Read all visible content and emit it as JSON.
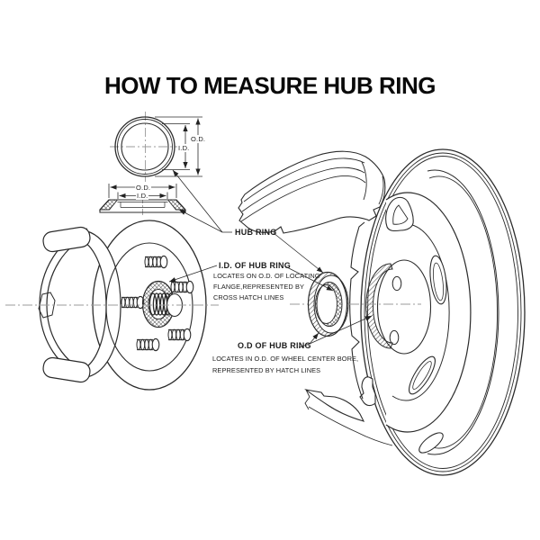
{
  "title": "HOW TO MEASURE HUB RING",
  "colors": {
    "background": "#ffffff",
    "line": "#2b2b2b",
    "text": "#111111",
    "centerline": "#9b9b9b",
    "hatch": "#3a3a3a"
  },
  "top_view": {
    "od": "O.D.",
    "id": "I.D."
  },
  "section_view": {
    "od": "O.D.",
    "id": "I.D."
  },
  "callouts": {
    "hub_ring": {
      "label": "HUB RING"
    },
    "id_of_hub_ring": {
      "label": "I.D. OF HUB RING",
      "lines": [
        "LOCATES ON O.D. OF LOCATING",
        "FLANGE,REPRESENTED BY",
        "CROSS HATCH LINES"
      ]
    },
    "od_of_hub_ring": {
      "label": "O.D OF HUB RING",
      "lines": [
        "LOCATES IN O.D. OF WHEEL CENTER BORE,",
        "REPRESENTED BY HATCH LINES"
      ]
    }
  }
}
